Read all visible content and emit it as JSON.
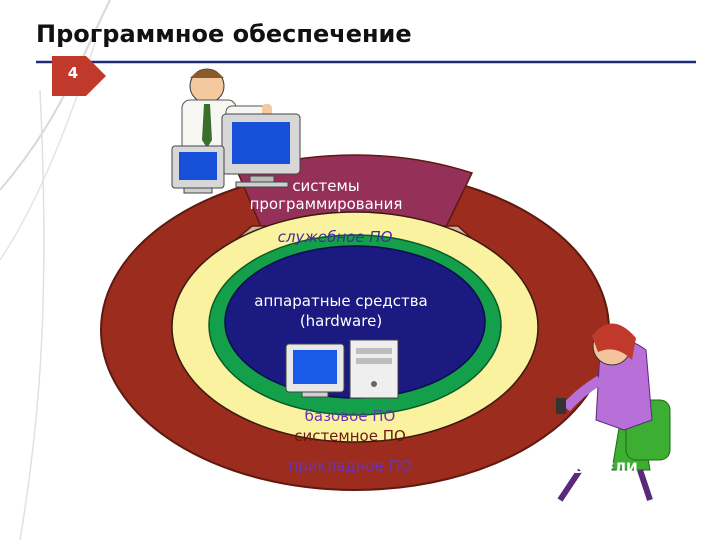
{
  "slide": {
    "title": "Программное обеспечение",
    "page_number": "4"
  },
  "diagram": {
    "labels": {
      "programmers": "ПРОГРАММИСТЫ",
      "programming_systems": "системы\nпрограммирования",
      "service_software": "служебное ПО",
      "hardware": "аппаратные средства\n(hardware)",
      "basic_software": "базовое ПО",
      "system_software": "системное ПО",
      "application_software": "прикладное ПО",
      "users": "ПОЛЬЗОВАТЕЛИ"
    },
    "colors": {
      "outer_ring": "#9b2c1e",
      "dark_border": "#5f1a10",
      "yellow_ring": "#fbf2a0",
      "tan_band": "#cdb89c",
      "green_ring": "#14a04a",
      "core": "#1a1a80",
      "programming_systems_sector": "#953058",
      "accent_red": "#c0392b"
    },
    "icons": [
      "programmer-figure-icon",
      "monitor-icon",
      "desktop-computer-icon",
      "user-figure-icon"
    ]
  }
}
